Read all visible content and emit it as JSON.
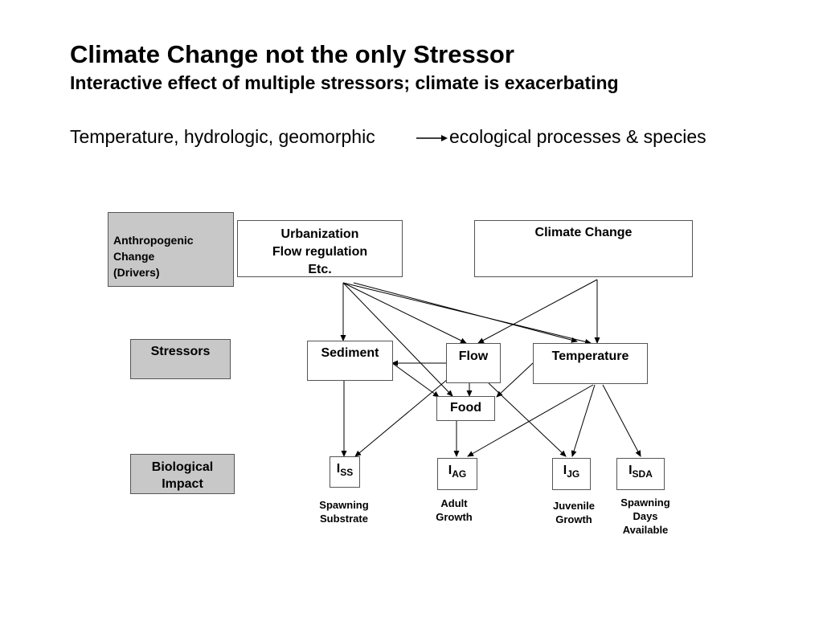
{
  "header": {
    "title": "Climate Change not the only Stressor",
    "subtitle": "Interactive effect of multiple stressors; climate is exacerbating",
    "line_left": "Temperature, hydrologic, geomorphic",
    "line_right": "ecological processes & species"
  },
  "rows": {
    "drivers": [
      "Anthropogenic",
      "Change",
      "(Drivers)"
    ],
    "stressors": "Stressors",
    "impact": [
      "Biological",
      "Impact"
    ]
  },
  "drivers": {
    "urbanization": [
      "Urbanization",
      "Flow regulation",
      "Etc."
    ],
    "climate": "Climate Change"
  },
  "stressors": {
    "sediment": "Sediment",
    "flow": "Flow",
    "temperature": "Temperature",
    "food": "Food"
  },
  "impacts": [
    {
      "letter": "I",
      "sub": "SS",
      "caption": [
        "Spawning",
        "Substrate"
      ]
    },
    {
      "letter": "I",
      "sub": "AG",
      "caption": [
        "Adult",
        "Growth"
      ]
    },
    {
      "letter": "I",
      "sub": "JG",
      "caption": [
        "Juvenile",
        "Growth"
      ]
    },
    {
      "letter": "I",
      "sub": "SDA",
      "caption": [
        "Spawning",
        "Days",
        "Available"
      ]
    }
  ],
  "colors": {
    "row_label_fill": "#c8c8c8",
    "border": "#555555",
    "arrow": "#000000"
  }
}
